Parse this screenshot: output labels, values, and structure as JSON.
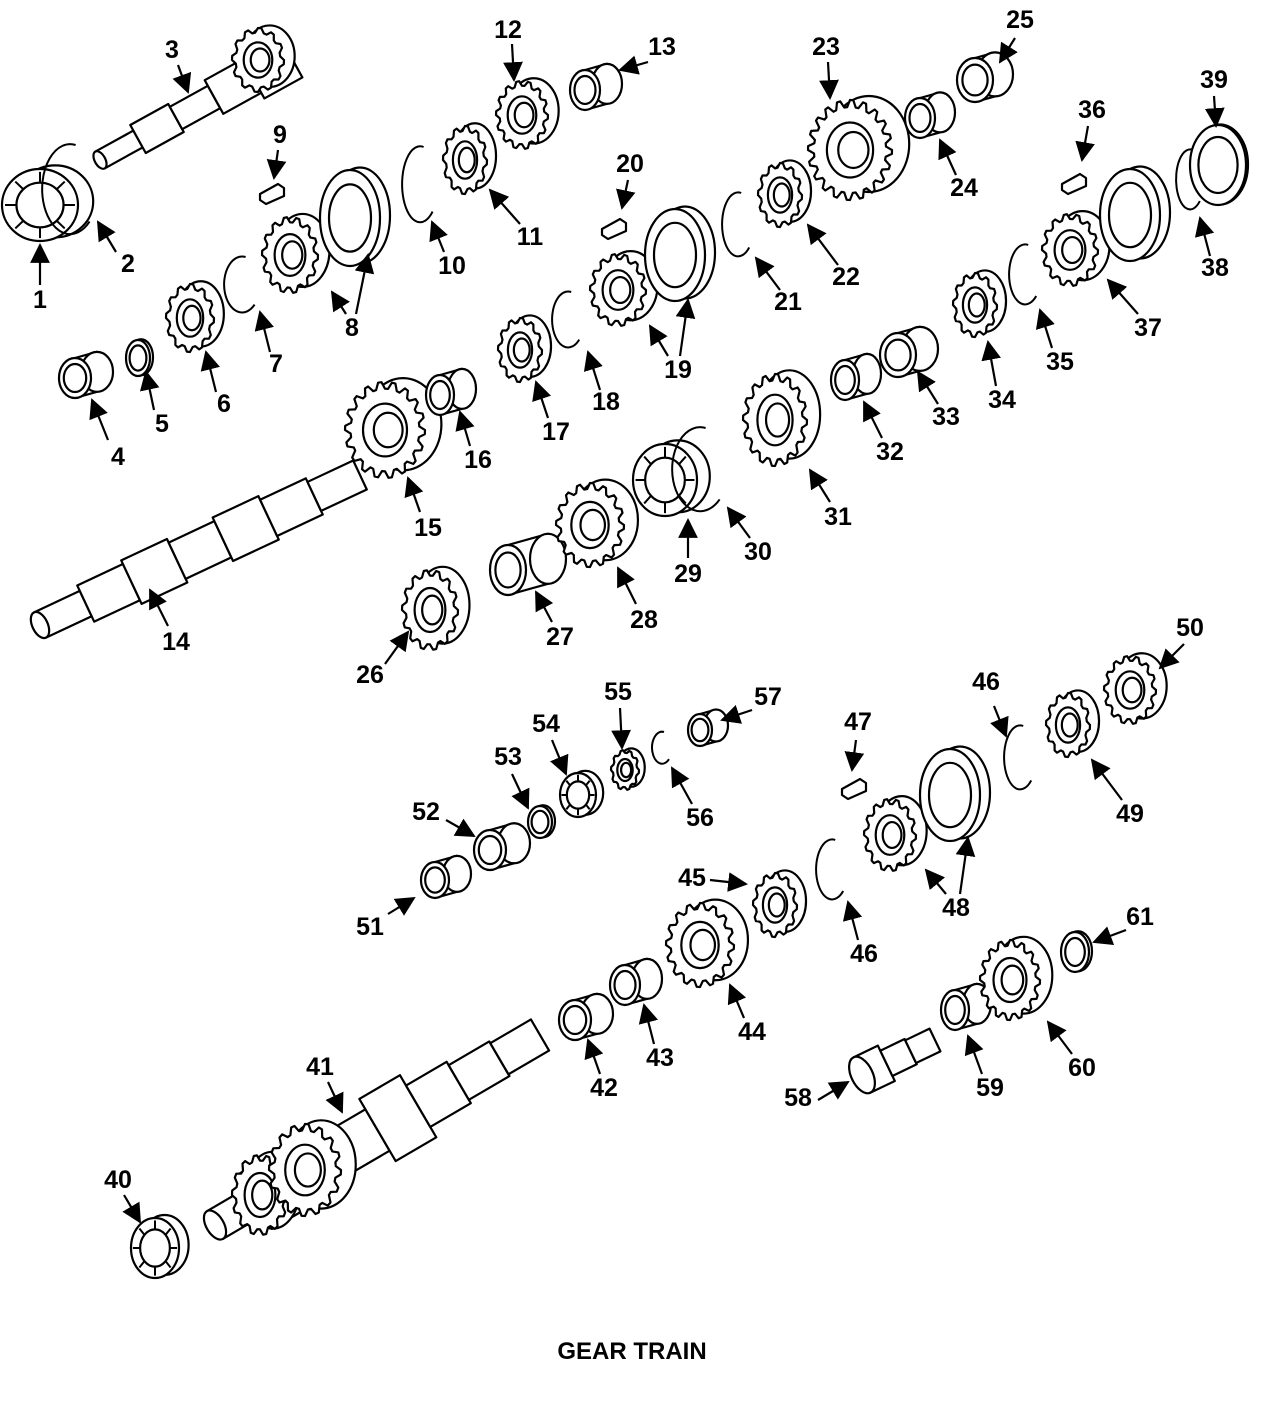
{
  "caption": "GEAR TRAIN",
  "colors": {
    "line": "#000000",
    "background": "#ffffff"
  },
  "callouts": [
    "1",
    "2",
    "3",
    "4",
    "5",
    "6",
    "7",
    "8",
    "9",
    "10",
    "11",
    "12",
    "13",
    "14",
    "15",
    "16",
    "17",
    "18",
    "19",
    "20",
    "21",
    "22",
    "23",
    "24",
    "25",
    "26",
    "27",
    "28",
    "29",
    "30",
    "31",
    "32",
    "33",
    "34",
    "35",
    "36",
    "37",
    "38",
    "39",
    "40",
    "41",
    "42",
    "43",
    "44",
    "45",
    "46",
    "47",
    "48",
    "49",
    "50",
    "51",
    "52",
    "53",
    "54",
    "55",
    "56",
    "57",
    "58",
    "59",
    "60",
    "61"
  ],
  "callout_46_repeat": "46"
}
